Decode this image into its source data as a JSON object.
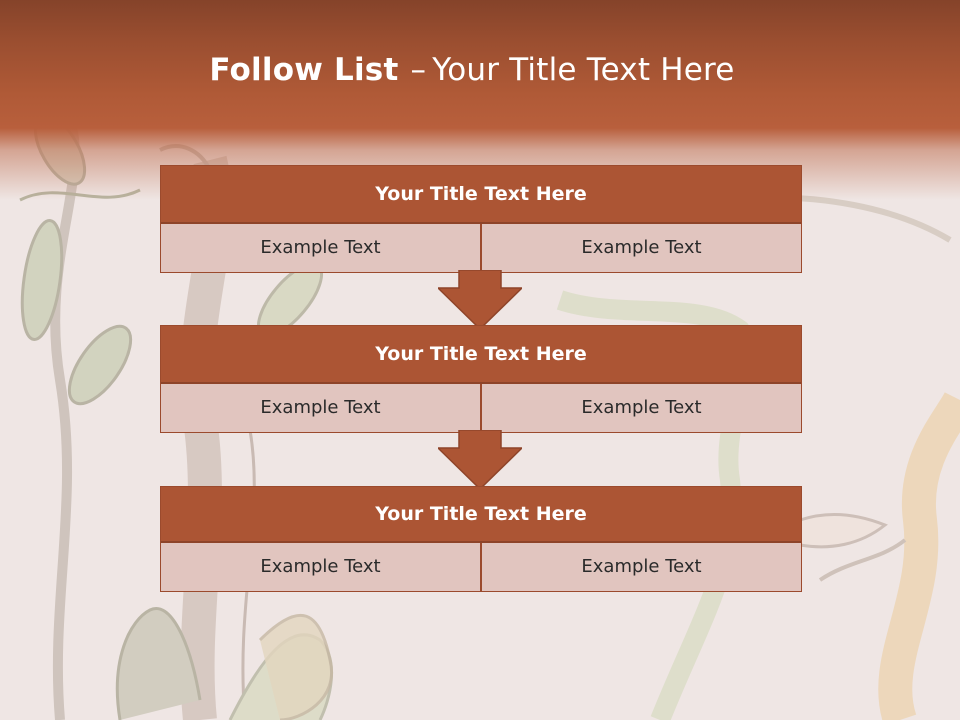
{
  "slide": {
    "title_bold": "Follow List",
    "title_separator": "–",
    "title_rest": "Your Title Text Here"
  },
  "steps": [
    {
      "title": "Your Title Text Here",
      "left": "Example Text",
      "right": "Example Text"
    },
    {
      "title": "Your Title Text Here",
      "left": "Example Text",
      "right": "Example Text"
    },
    {
      "title": "Your Title Text Here",
      "left": "Example Text",
      "right": "Example Text"
    }
  ],
  "colors": {
    "header": "#b05a37",
    "box_title": "#ac5534",
    "box_cell": "#e1c5bf",
    "arrow": "#ac5534"
  }
}
